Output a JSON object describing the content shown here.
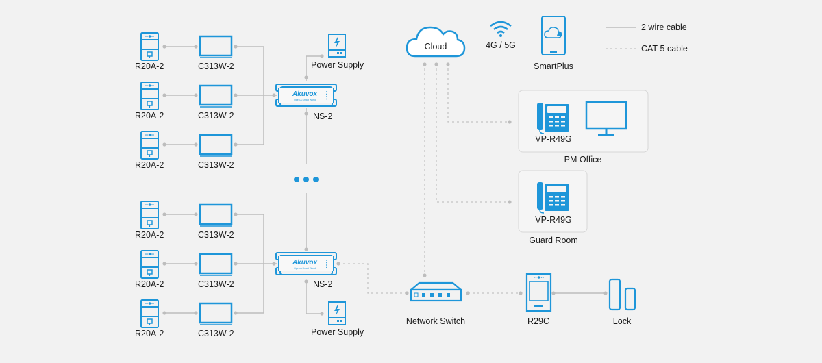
{
  "legend": {
    "wire_label": "2 wire cable",
    "cat5_label": "CAT-5 cable"
  },
  "colors": {
    "device_blue": "#1e96d9",
    "wire": "#bdbdbd",
    "background": "#f2f2f2"
  },
  "groups": [
    {
      "rows": [
        {
          "door": "R20A-2",
          "monitor": "C313W-2"
        },
        {
          "door": "R20A-2",
          "monitor": "C313W-2"
        },
        {
          "door": "R20A-2",
          "monitor": "C313W-2"
        }
      ],
      "switch_label": "NS-2",
      "switch_brand": "Akuvox",
      "switch_tagline": "Open A Smart World",
      "power_label": "Power Supply"
    },
    {
      "rows": [
        {
          "door": "R20A-2",
          "monitor": "C313W-2"
        },
        {
          "door": "R20A-2",
          "monitor": "C313W-2"
        },
        {
          "door": "R20A-2",
          "monitor": "C313W-2"
        }
      ],
      "switch_label": "NS-2",
      "switch_brand": "Akuvox",
      "switch_tagline": "Open A Smart World",
      "power_label": "Power Supply"
    }
  ],
  "ellipsis": "• • •",
  "cloud_label": "Cloud",
  "wireless_label": "4G / 5G",
  "smartplus_label": "SmartPlus",
  "pm_office": {
    "title": "PM Office",
    "phone_label": "VP-R49G"
  },
  "guard_room": {
    "title": "Guard Room",
    "phone_label": "VP-R49G"
  },
  "network_switch_label": "Network Switch",
  "r29c_label": "R29C",
  "lock_label": "Lock"
}
